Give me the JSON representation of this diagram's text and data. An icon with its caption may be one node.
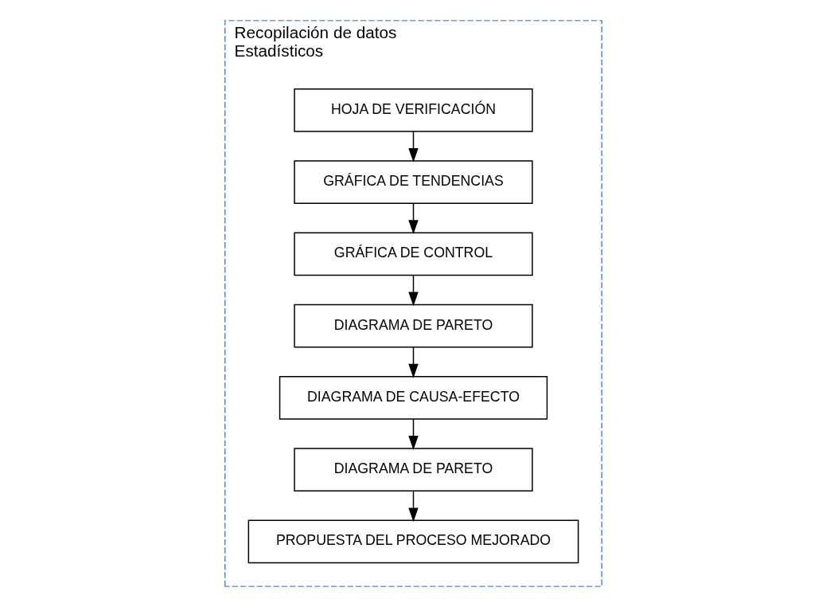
{
  "diagram": {
    "nodes": [
      {
        "text": [
          "Recopilación de datos",
          "Estadísticos"
        ]
      },
      {
        "text": [
          "HOJA DE VERIFICACIÓN"
        ],
        "in": 0
      },
      {
        "text": [
          "GRÁFICA DE TENDENCIAS"
        ],
        "in": 0
      },
      {
        "text": [
          "GRÁFICA DE CONTROL"
        ],
        "in": 0
      },
      {
        "text": [
          "DIAGRAMA DE PARETO"
        ],
        "in": 0
      },
      {
        "text": [
          "DIAGRAMA DE CAUSA-EFECTO"
        ],
        "in": 0
      },
      {
        "text": [
          "DIAGRAMA DE PARETO"
        ],
        "in": 0
      },
      {
        "text": [
          "PROPUESTA DEL PROCESO MEJORADO"
        ],
        "in": 0
      }
    ],
    "edges": [
      {
        "from": 1,
        "to": 2,
        "arrow": "to"
      },
      {
        "from": 2,
        "to": 3,
        "arrow": "to"
      },
      {
        "from": 3,
        "to": 4,
        "arrow": "to"
      },
      {
        "from": 4,
        "to": 5,
        "arrow": "to"
      },
      {
        "from": 5,
        "to": 6,
        "arrow": "to"
      },
      {
        "from": 6,
        "to": 7,
        "arrow": "to"
      }
    ]
  }
}
